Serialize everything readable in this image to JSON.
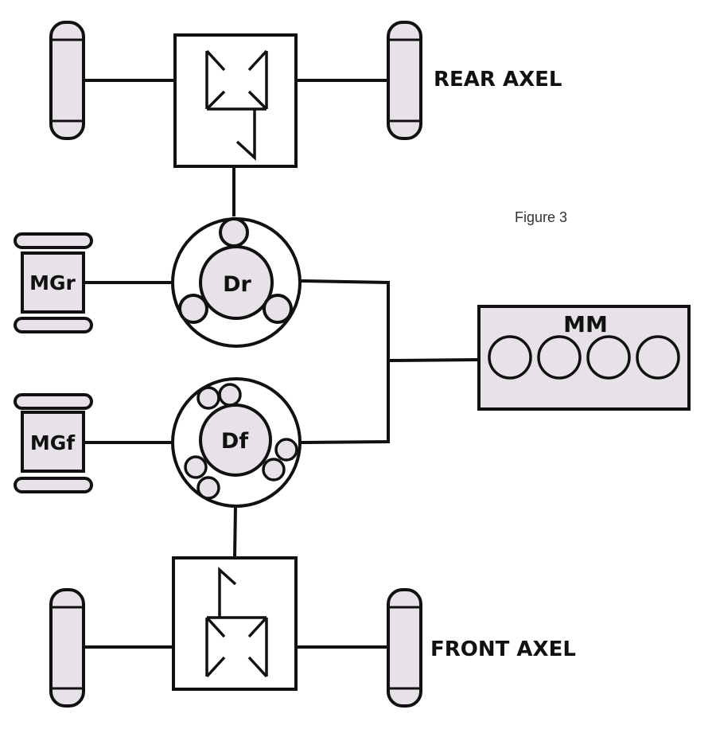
{
  "diagram": {
    "caption": "Figure 3",
    "rear_axle_label": "REAR AXEL",
    "front_axle_label": "FRONT AXEL",
    "rear_motor_generator_label": "MGr",
    "front_motor_generator_label": "MGf",
    "rear_differential_label": "Dr",
    "front_differential_label": "Df",
    "main_motor_label": "MM"
  },
  "colors": {
    "stroke": "#111111",
    "fill_light": "#e6e2e8",
    "background": "#ffffff"
  }
}
